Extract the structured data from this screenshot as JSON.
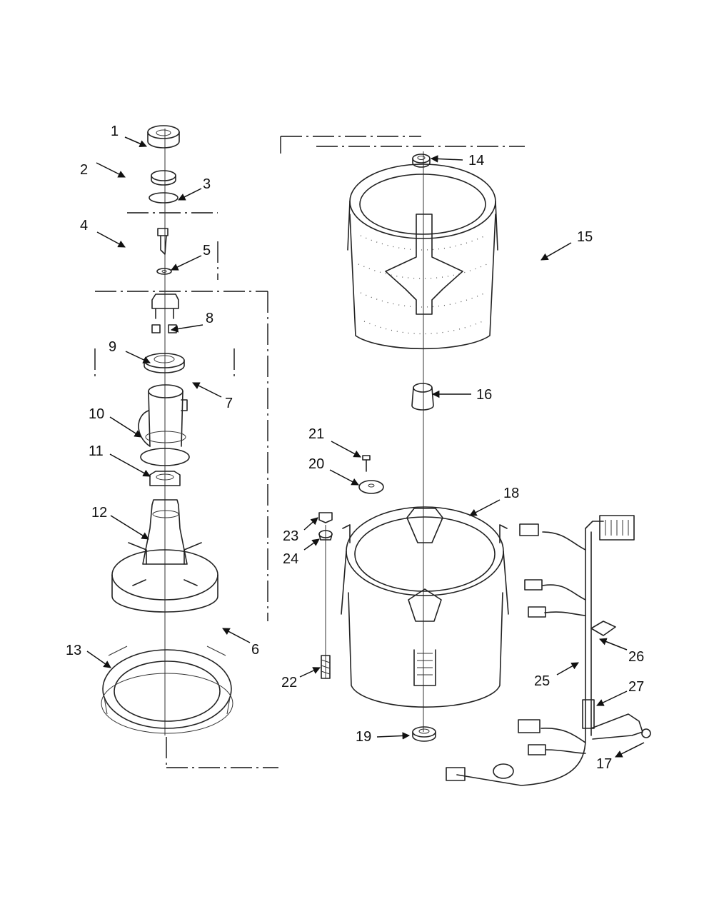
{
  "callouts": [
    {
      "number": "1"
    },
    {
      "number": "2"
    },
    {
      "number": "3"
    },
    {
      "number": "4"
    },
    {
      "number": "5"
    },
    {
      "number": "6"
    },
    {
      "number": "7"
    },
    {
      "number": "8"
    },
    {
      "number": "9"
    },
    {
      "number": "10"
    },
    {
      "number": "11"
    },
    {
      "number": "12"
    },
    {
      "number": "13"
    },
    {
      "number": "14"
    },
    {
      "number": "15"
    },
    {
      "number": "16"
    },
    {
      "number": "17"
    },
    {
      "number": "18"
    },
    {
      "number": "19"
    },
    {
      "number": "20"
    },
    {
      "number": "21"
    },
    {
      "number": "22"
    },
    {
      "number": "23"
    },
    {
      "number": "24"
    },
    {
      "number": "25"
    },
    {
      "number": "26"
    },
    {
      "number": "27"
    }
  ],
  "colors": {
    "line": "#222222",
    "background": "#ffffff"
  }
}
